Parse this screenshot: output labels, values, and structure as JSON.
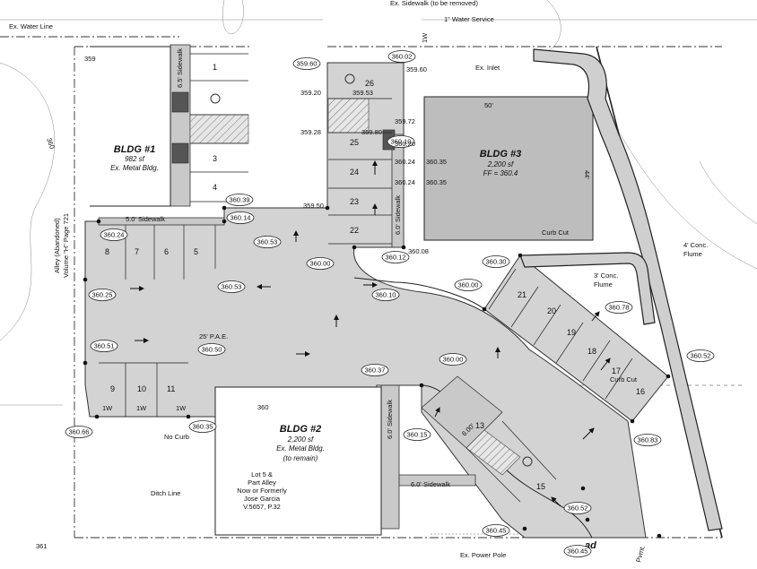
{
  "callouts": {
    "water_line": "Ex. Water Line",
    "sidewalk_removed": "Ex. Sidewalk (to be removed)",
    "water_service": "1\" Water Service",
    "inlet": "Ex. Inlet",
    "curb_cut_a": "Curb Cut",
    "flume_4": "4' Conc.",
    "flume_4b": "Flume",
    "flume_3": "3' Conc.",
    "flume_3b": "Flume",
    "curb_cut_b": "Curb Cut",
    "pae": "25' P.A.E.",
    "no_curb": "No Curb",
    "ditch_line": "Ditch Line",
    "power_pole": "Ex. Power Pole",
    "alley": "Alley (Abandoned)",
    "alley_ref": "Volume \"H\" Page 721",
    "w_1": "1W",
    "w_2": "1W",
    "w_3": "1W",
    "w_top": "1W",
    "dim_50": "50'",
    "dim_44": "44'",
    "contour_359": "359",
    "contour_360": "360",
    "contour_360b": "360",
    "contour_361": "361",
    "road_a": "ad",
    "road_b": "Pvmt."
  },
  "sidewalks": {
    "w65": "6.5' Sidewalk",
    "w50": "5.0' Sidewalk",
    "w60a": "6.0' Sidewalk",
    "w60b": "6.0' Sidewalk",
    "w60c": "6.0' Sidewalk",
    "w600": "6.00'"
  },
  "buildings": {
    "b1": {
      "title": "BLDG #1",
      "area": "982 sf",
      "desc": "Ex. Metal Bldg."
    },
    "b2": {
      "title": "BLDG #2",
      "area": "2,200 sf",
      "desc": "Ex. Metal Bldg.",
      "note": "(to remain)"
    },
    "b3": {
      "title": "BLDG #3",
      "area": "2,200 sf",
      "ff": "FF = 360.4"
    }
  },
  "lot": {
    "l1": "Lot 5 &",
    "l2": "Part Alley",
    "l3": "Now or Formerly",
    "l4": "Jose Garcia",
    "l5": "V.5657, P.32"
  },
  "spaces": [
    "1",
    "3",
    "4",
    "26",
    "25",
    "24",
    "23",
    "22",
    "8",
    "7",
    "6",
    "5",
    "9",
    "10",
    "11",
    "21",
    "20",
    "19",
    "18",
    "17",
    "16",
    "13",
    "15"
  ],
  "elevations_oval": [
    "360.02",
    "359.60",
    "360.10",
    "360.39",
    "360.14",
    "360.53",
    "360.24",
    "360.53",
    "360.25",
    "360.10",
    "360.00",
    "360.12",
    "360.00",
    "360.30",
    "360.78",
    "360.51",
    "360.50",
    "360.37",
    "360.00",
    "360.52",
    "360.15",
    "360.83",
    "360.66",
    "360.35",
    "360.52",
    "360.45",
    "360.45"
  ],
  "elevations_plain": [
    "359.60",
    "359.20",
    "359.53",
    "359.72",
    "359.28",
    "359.80",
    "360.20",
    "360.24",
    "360.35",
    "360.24",
    "360.35",
    "359.50",
    "360.08"
  ]
}
